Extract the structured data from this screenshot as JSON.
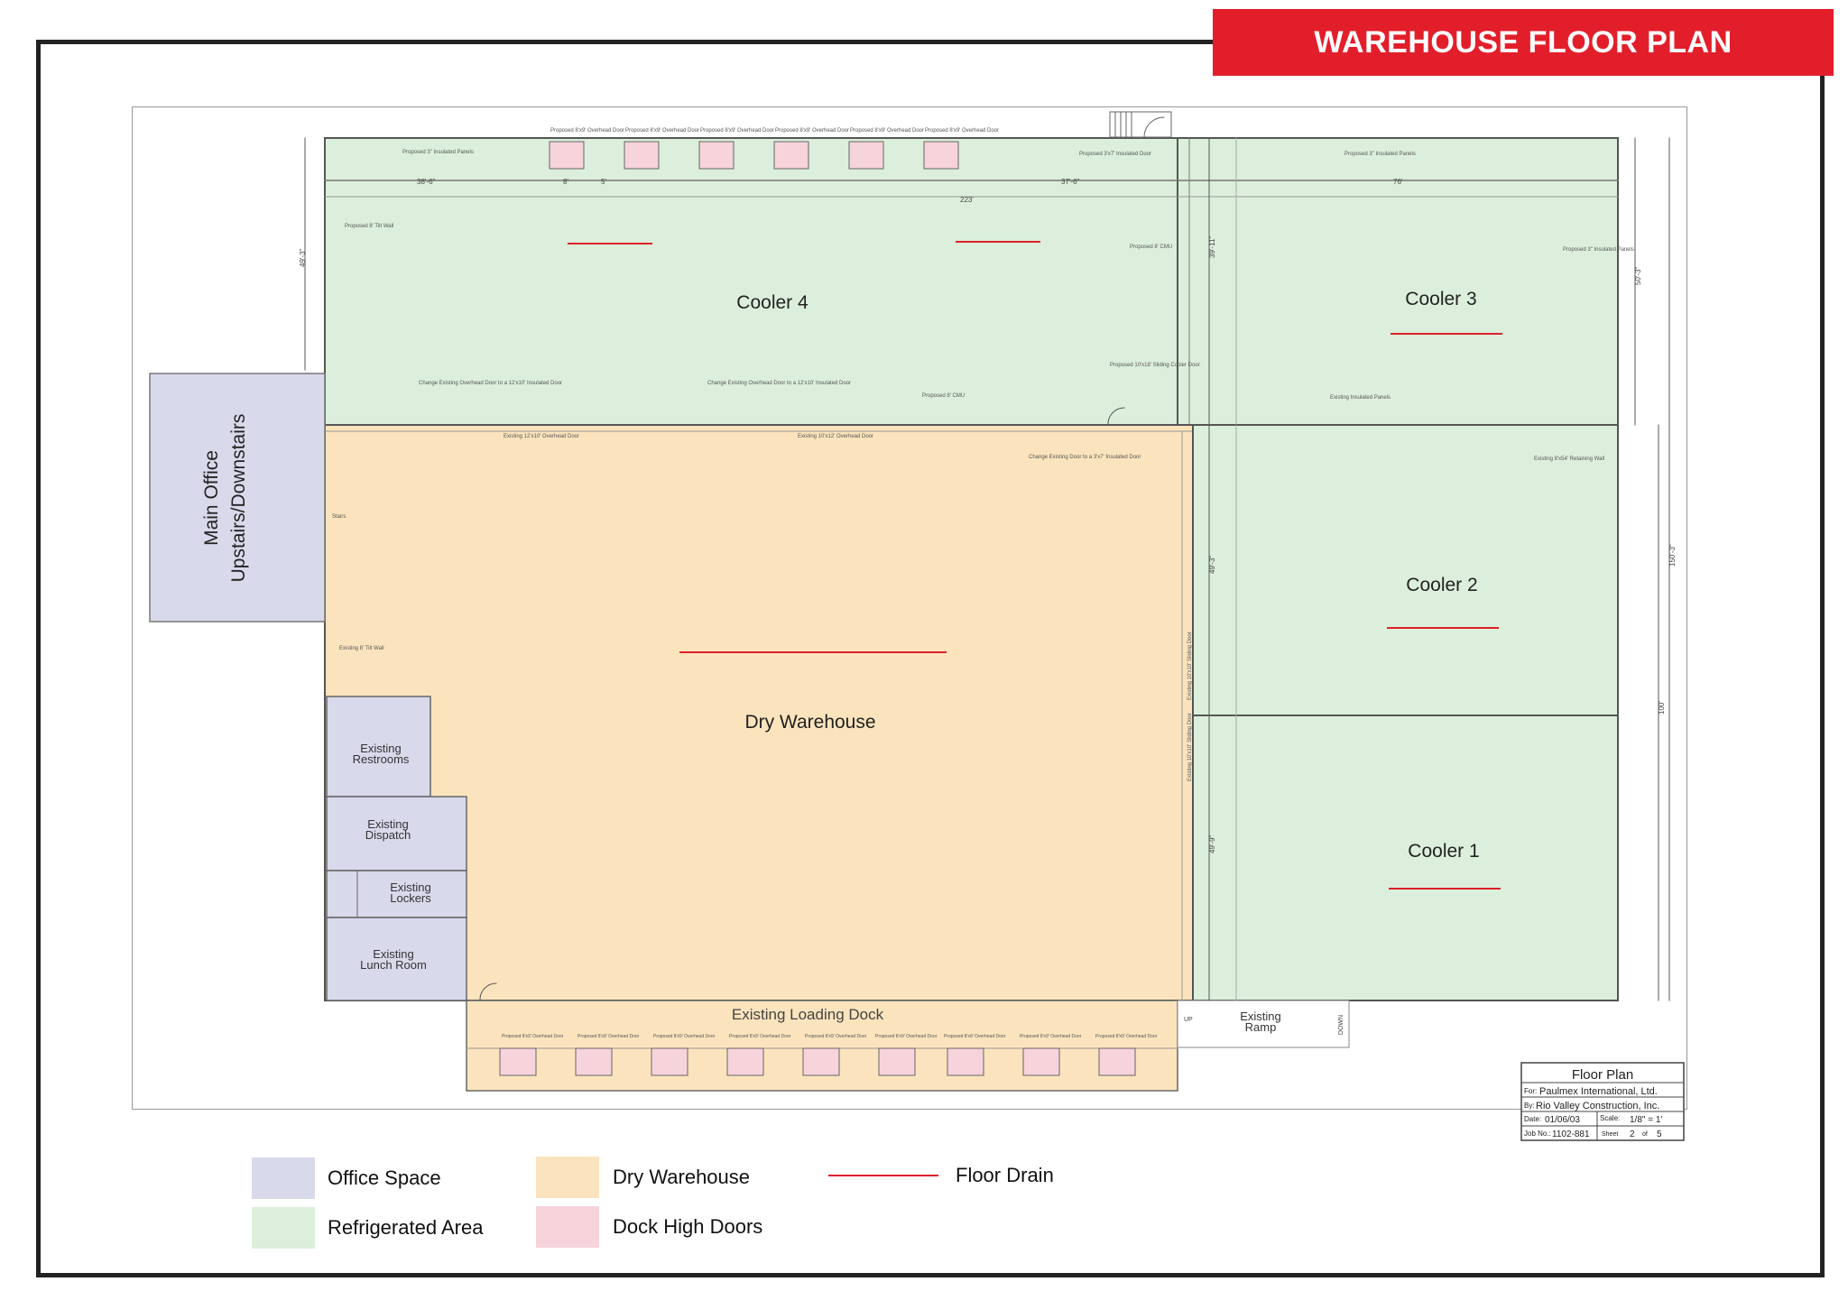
{
  "title": "WAREHOUSE FLOOR PLAN",
  "colors": {
    "office": "#d9d9ec",
    "refrigerated": "#dcefdc",
    "dry": "#fbe4bd",
    "dock_door": "#f7d3dc",
    "floor_drain": "#e01f2a",
    "title_bar": "#e31e2b"
  },
  "rooms": {
    "cooler4": "Cooler 4",
    "cooler3": "Cooler 3",
    "cooler2": "Cooler 2",
    "cooler1": "Cooler 1",
    "dry_warehouse": "Dry Warehouse",
    "main_office_line1": "Main Office",
    "main_office_line2": "Upstairs/Downstairs",
    "restrooms_line1": "Existing",
    "restrooms_line2": "Restrooms",
    "dispatch_line1": "Existing",
    "dispatch_line2": "Dispatch",
    "lockers_line1": "Existing",
    "lockers_line2": "Lockers",
    "lunch_line1": "Existing",
    "lunch_line2": "Lunch Room",
    "loading_dock": "Existing Loading Dock",
    "ramp_line1": "Existing",
    "ramp_line2": "Ramp",
    "ramp_down": "DOWN",
    "ramp_up": "UP"
  },
  "title_block": {
    "heading": "Floor Plan",
    "for_label": "For:",
    "for_value": "Paulmex International, Ltd.",
    "by_label": "By:",
    "by_value": "Rio Valley Construction, Inc.",
    "date_label": "Date:",
    "date_value": "01/06/03",
    "scale_label": "Scale:",
    "scale_value": "1/8\" = 1'",
    "job_label": "Job No.:",
    "job_value": "1102-881",
    "sheet_label": "Sheet",
    "sheet_value": "2",
    "of_label": "of",
    "of_value": "5"
  },
  "dimensions": {
    "top_left": "38'-6\"",
    "top_mid": "37'-6\"",
    "top_right": "76'",
    "top_overall": "223'",
    "right_upper": "50'-3\"",
    "right_overall": "150'-3\"",
    "right_lower": "100'",
    "left_upper": "49'-3\"",
    "mid_upper": "39'-11\"",
    "mid_c2": "49'-3\"",
    "mid_c1": "49'-9\"",
    "door_gap": "8'",
    "door_sep": "5'"
  },
  "notes": {
    "proposed_door": "Proposed 8'x9' Overhead Door",
    "insulated_panels": "Proposed 3\" Insulated Panels",
    "insulated_door": "Proposed 3'x7' Insulated Door",
    "change_door_a": "Change Existing Overhead Door to a 12'x10' Insulated Door",
    "change_door_b": "Change Existing Overhead Door to a 12'x10' Insulated Door",
    "existing_door_a": "Existing 12'x10' Overhead Door",
    "existing_door_b": "Existing 10'x12' Overhead Door",
    "sliding_door": "Proposed 10'x18' Sliding Cooler Door",
    "retaining_wall": "Existing 8'x54' Retaining Wall",
    "existing_panels": "Existing Insulated Panels",
    "change_insulated": "Change Existing Door to a 3'x7' Insulated Door",
    "sliding_side_a": "Existing 10'x10' Sliding Door",
    "sliding_side_b": "Existing 10'x10' Sliding Door",
    "proposed_cu": "Proposed 8' CMU",
    "tilt_wall": "Proposed 8' Tilt Wall",
    "existing_tilt": "Existing 8' Tilt Wall",
    "stairs": "Stairs"
  },
  "legend": {
    "office": "Office Space",
    "refrigerated": "Refrigerated Area",
    "dry": "Dry Warehouse",
    "dock": "Dock High Doors",
    "drain": "Floor Drain"
  }
}
